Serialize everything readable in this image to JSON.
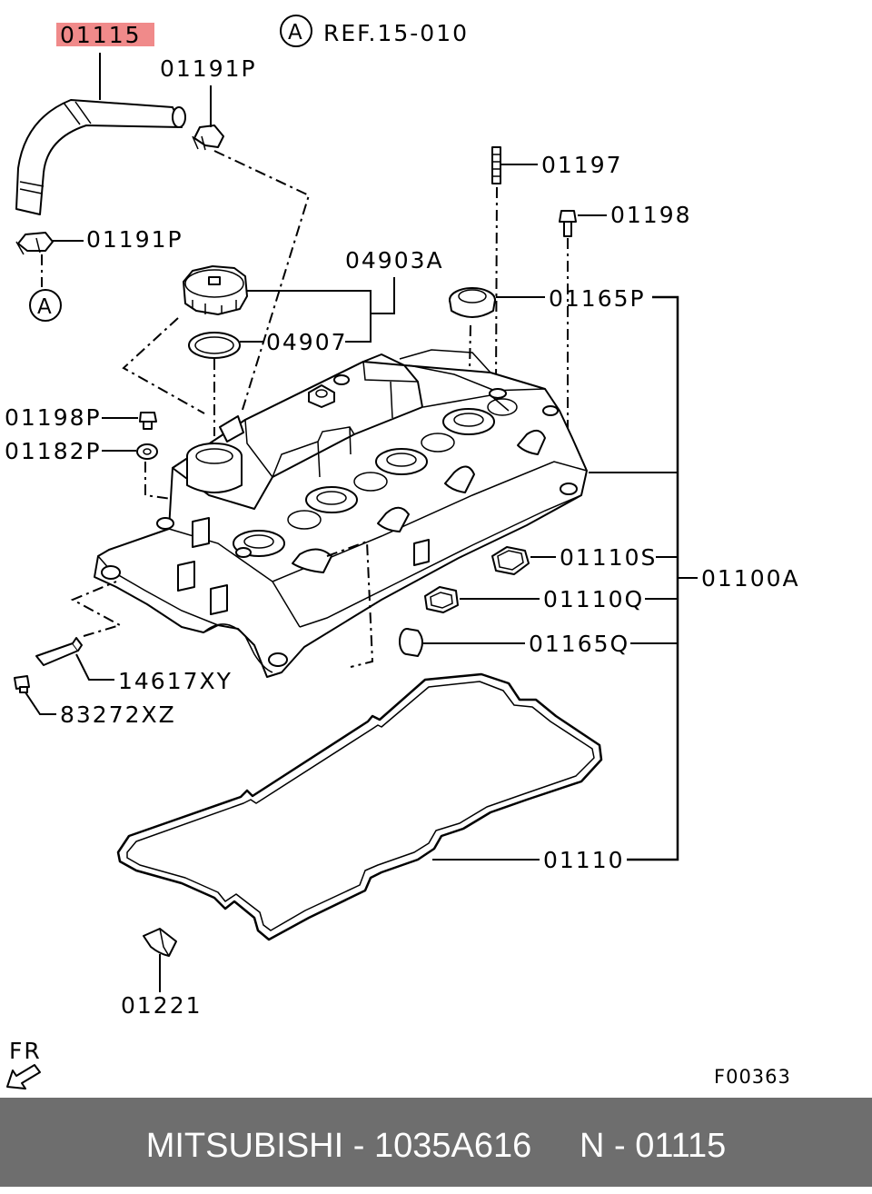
{
  "diagram": {
    "highlighted_part": "01115",
    "reference": {
      "marker": "A",
      "text": "REF.15-010"
    },
    "connector_marker": "A",
    "callouts": {
      "p01191P_top": "01191P",
      "p01191P_bottom": "01191P",
      "p01197": "01197",
      "p01198": "01198",
      "p04903A": "04903A",
      "p01165P": "01165P",
      "p04907": "04907",
      "p01198P": "01198P",
      "p01182P": "01182P",
      "p01110S": "01110S",
      "p01100A": "01100A",
      "p01110Q": "01110Q",
      "p01165Q": "01165Q",
      "p14617XY": "14617XY",
      "p83272XZ": "83272XZ",
      "p01110": "01110",
      "p01221": "01221"
    },
    "direction_label": "FR",
    "figure_code": "F00363",
    "highlight_color": "#f08a8a"
  },
  "footer": {
    "text": "MITSUBISHI - 1035A616     N - 01115",
    "background": "#6e6e6e"
  }
}
